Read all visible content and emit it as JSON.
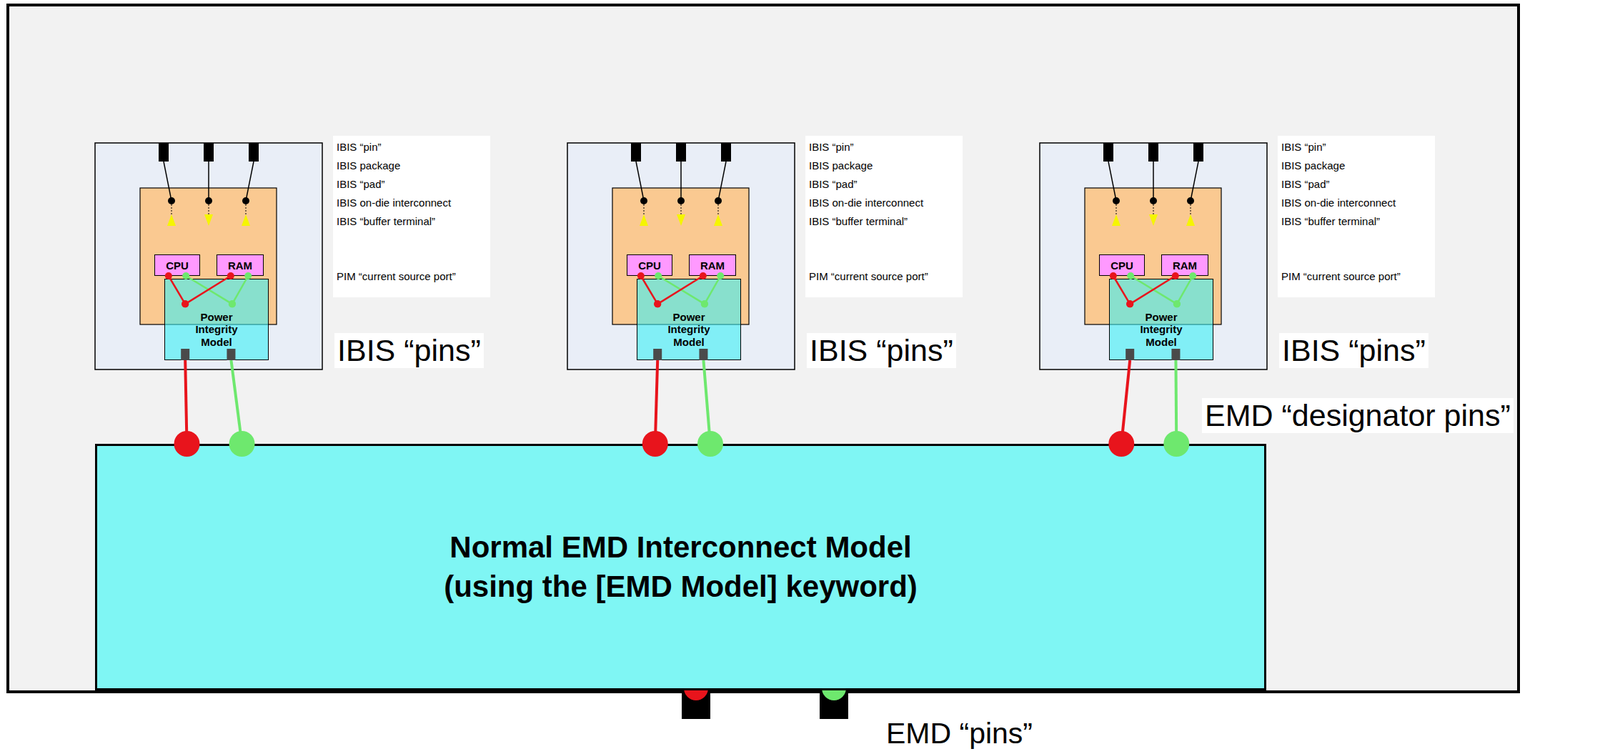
{
  "diagram": {
    "nodes": [
      {
        "text": [
          "CPU"
        ]
      },
      {
        "text": [
          "RAM"
        ]
      },
      {
        "text": [
          "Power Integrity Model"
        ]
      },
      {
        "text": [
          "CPU"
        ]
      },
      {
        "text": [
          "RAM"
        ]
      },
      {
        "text": [
          "Power Integrity Model"
        ]
      },
      {
        "text": [
          "CPU"
        ]
      },
      {
        "text": [
          "RAM"
        ]
      },
      {
        "text": [
          "Power Integrity Model"
        ]
      },
      {
        "text": [
          "Normal EMD Interconnect Model",
          "(using the [EMD Model] keyword)"
        ]
      }
    ],
    "edges": [
      {
        "from": 0,
        "to": 2,
        "arrow": "none"
      },
      {
        "from": 0,
        "to": 2,
        "arrow": "none"
      },
      {
        "from": 1,
        "to": 2,
        "arrow": "none"
      },
      {
        "from": 1,
        "to": 2,
        "arrow": "none"
      },
      {
        "from": 2,
        "to": 9,
        "arrow": "none"
      },
      {
        "from": 2,
        "to": 9,
        "arrow": "none"
      },
      {
        "from": 3,
        "to": 5,
        "arrow": "none"
      },
      {
        "from": 3,
        "to": 5,
        "arrow": "none"
      },
      {
        "from": 4,
        "to": 5,
        "arrow": "none"
      },
      {
        "from": 4,
        "to": 5,
        "arrow": "none"
      },
      {
        "from": 5,
        "to": 9,
        "arrow": "none"
      },
      {
        "from": 5,
        "to": 9,
        "arrow": "none"
      },
      {
        "from": 6,
        "to": 8,
        "arrow": "none"
      },
      {
        "from": 6,
        "to": 8,
        "arrow": "none"
      },
      {
        "from": 7,
        "to": 8,
        "arrow": "none"
      },
      {
        "from": 7,
        "to": 8,
        "arrow": "none"
      },
      {
        "from": 8,
        "to": 9,
        "arrow": "none"
      },
      {
        "from": 8,
        "to": 9,
        "arrow": "none"
      }
    ],
    "labels": [
      "IBIS “pin”",
      "IBIS package",
      "IBIS “pad”",
      "IBIS on-die interconnect",
      "IBIS “buffer terminal”",
      "PIM “current source port”",
      "IBIS “pins”",
      "IBIS “pin”",
      "IBIS package",
      "IBIS “pad”",
      "IBIS on-die interconnect",
      "IBIS “buffer terminal”",
      "PIM “current source port”",
      "IBIS “pins”",
      "IBIS “pin”",
      "IBIS package",
      "IBIS “pad”",
      "IBIS on-die interconnect",
      "IBIS “buffer terminal”",
      "PIM “current source port”",
      "IBIS “pins”",
      "EMD “designator pins”",
      "EMD “pins”"
    ]
  }
}
